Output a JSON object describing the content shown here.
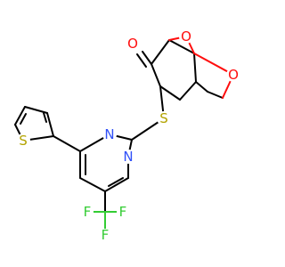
{
  "atoms": {
    "o_ketone": "O",
    "o_bridge": "O",
    "o_ring": "O",
    "s_thioether": "S",
    "s_thiophene": "S",
    "n_upper": "N",
    "n_lower": "N",
    "f_left": "F",
    "f_right": "F",
    "f_bottom": "F"
  },
  "colors": {
    "carbon": "#000000",
    "oxygen": "#ff0d0d",
    "sulfur": "#b3a300",
    "nitrogen": "#3050f8",
    "fluorine": "#33cc33"
  }
}
